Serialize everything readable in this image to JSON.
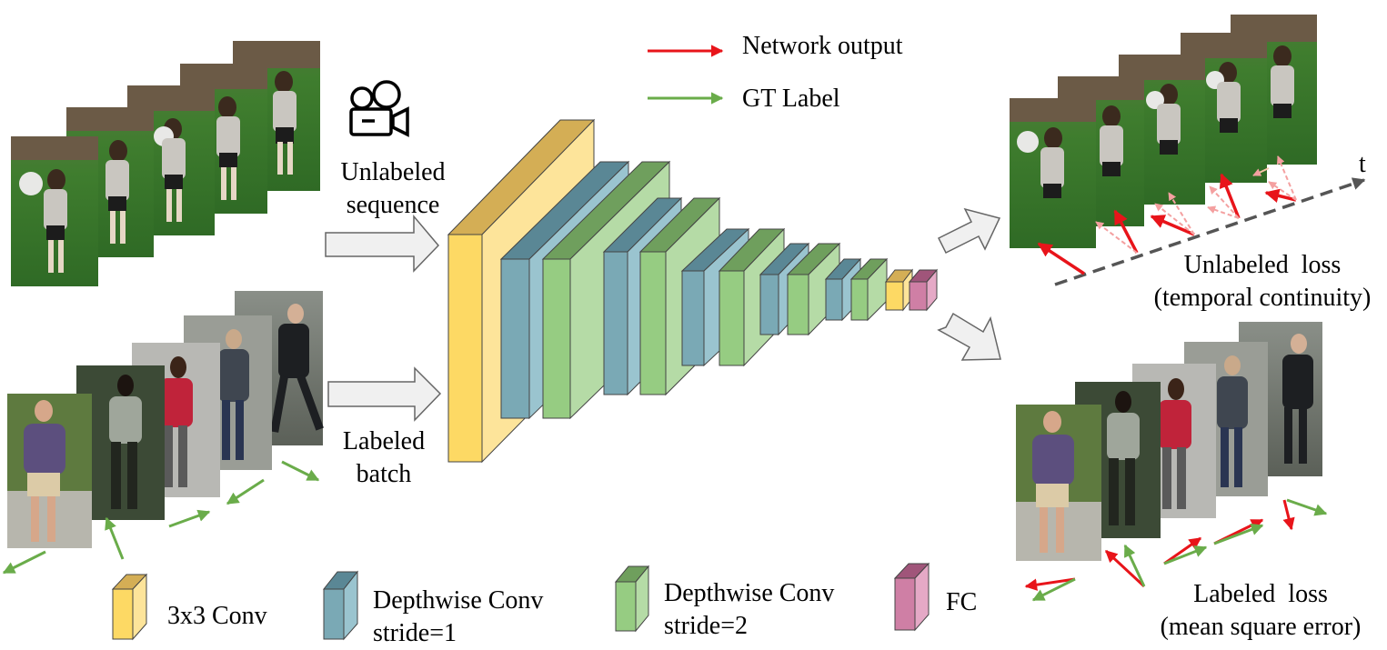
{
  "legend_top": {
    "network_output": "Network output",
    "gt_label": "GT Label",
    "colors": {
      "network_output": "#e8141a",
      "gt_label": "#6aac4a"
    }
  },
  "inputs": {
    "unlabeled": [
      "Unlabeled",
      "sequence"
    ],
    "labeled": [
      "Labeled",
      "batch"
    ]
  },
  "outputs": {
    "unlabeled_loss": [
      "Unlabeled  loss",
      "(temporal continuity)"
    ],
    "labeled_loss": [
      "Labeled  loss",
      "(mean square error)"
    ],
    "time_axis": "t"
  },
  "legend_bottom": [
    {
      "label": [
        "3x3 Conv"
      ],
      "color": "#fdd964",
      "icon": "yellow-block-icon"
    },
    {
      "label": [
        "Depthwise Conv",
        "stride=1"
      ],
      "color": "#7aa9b5",
      "icon": "blue-block-icon"
    },
    {
      "label": [
        "Depthwise Conv",
        "stride=2"
      ],
      "color": "#96cc82",
      "icon": "green-block-icon"
    },
    {
      "label": [
        "FC"
      ],
      "color": "#cf7fa5",
      "icon": "pink-block-icon"
    }
  ]
}
